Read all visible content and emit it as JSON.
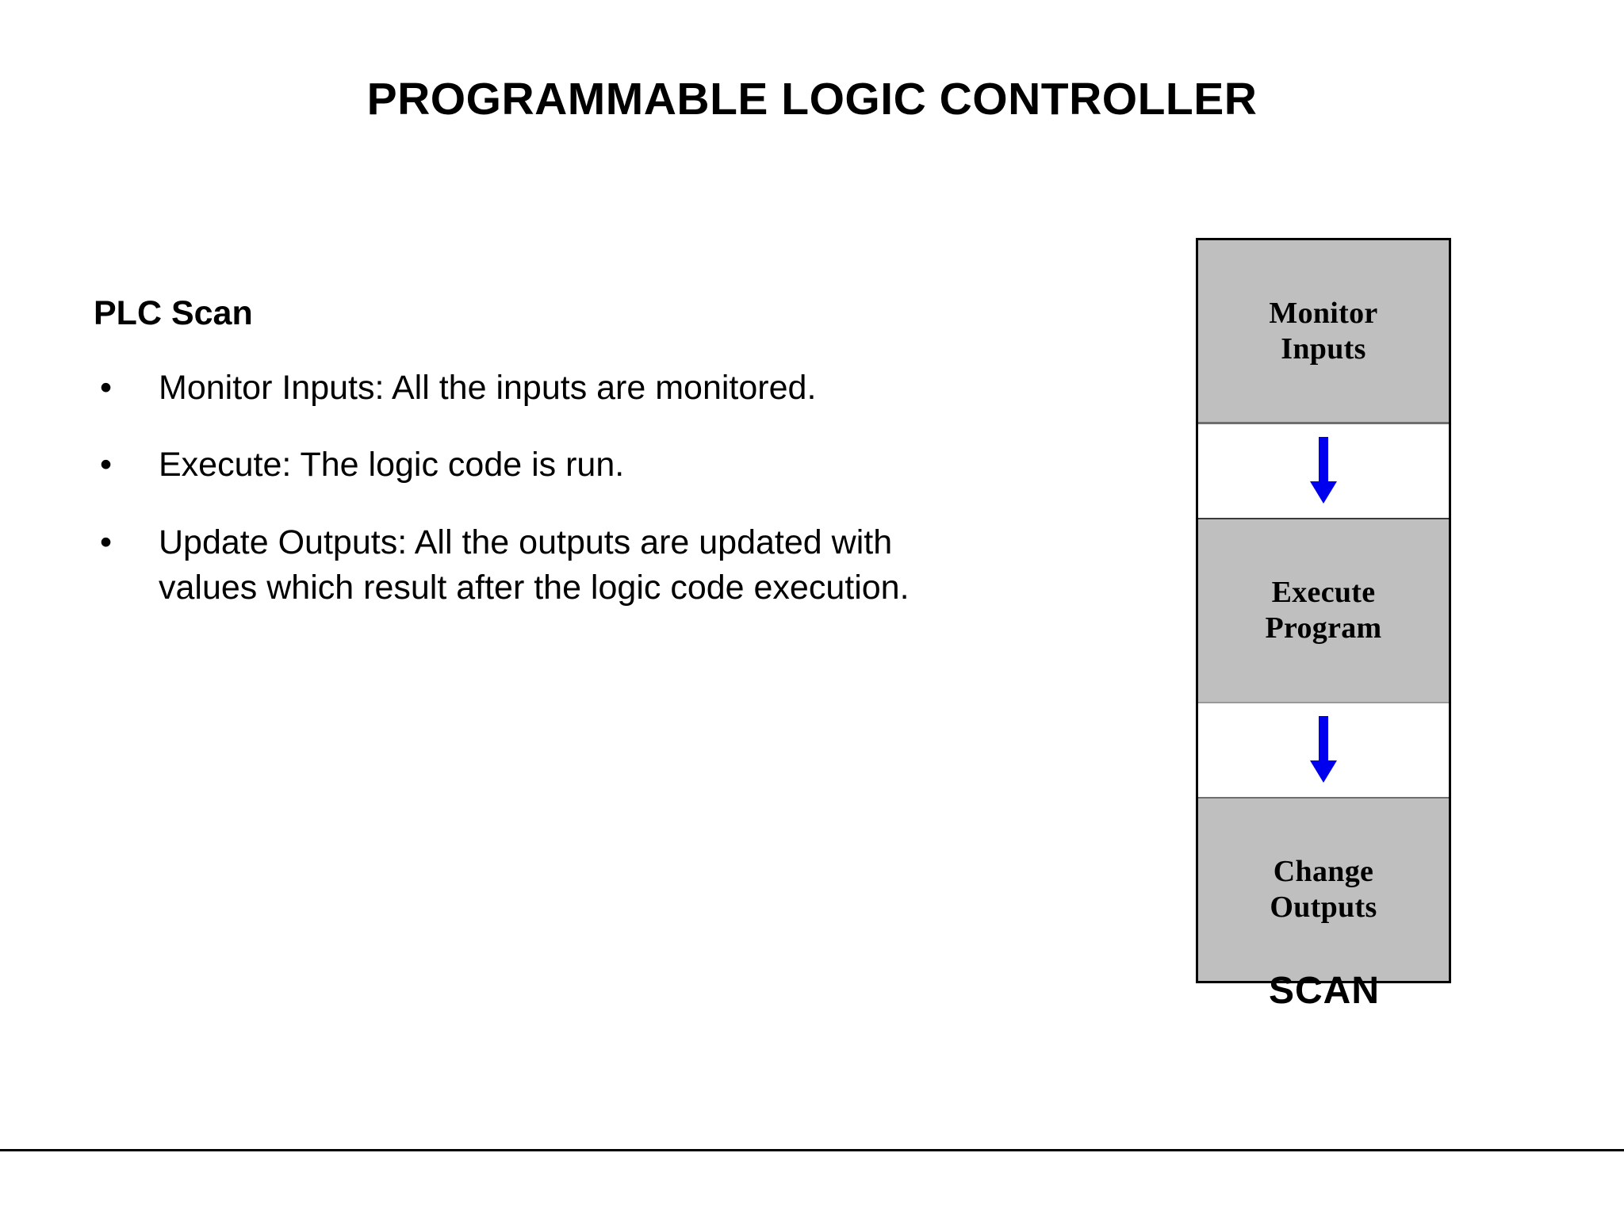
{
  "slide": {
    "title": "PROGRAMMABLE LOGIC CONTROLLER",
    "background_color": "#ffffff",
    "text_color": "#000000"
  },
  "content": {
    "heading": "PLC Scan",
    "bullets": [
      "Monitor Inputs: All the inputs are monitored.",
      "Execute: The logic code is run.",
      "Update Outputs: All the outputs are updated with values which result after the logic code execution."
    ],
    "bullet_marker": "•"
  },
  "diagram": {
    "caption": "SCAN",
    "box_fill_color": "#bfbfbf",
    "border_color": "#000000",
    "arrow_color": "#0000ee",
    "steps": [
      {
        "line1": "Monitor",
        "line2": "Inputs"
      },
      {
        "line1": "Execute",
        "line2": "Program"
      },
      {
        "line1": "Change",
        "line2": "Outputs"
      }
    ],
    "connectors": [
      {
        "icon": "arrow-down-icon"
      },
      {
        "icon": "arrow-down-icon"
      }
    ]
  }
}
